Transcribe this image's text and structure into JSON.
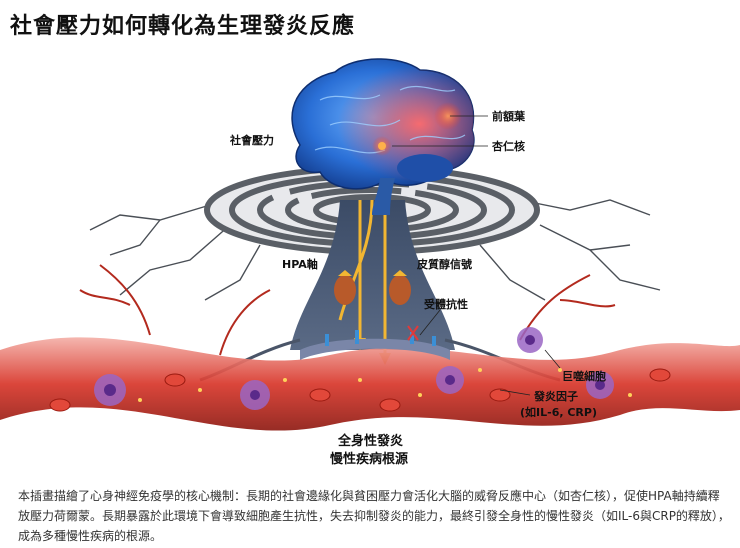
{
  "title": "社會壓力如何轉化為生理發炎反應",
  "labels": {
    "social_pressure": "社會壓力",
    "prefrontal": "前額葉",
    "amygdala": "杏仁核",
    "hpa": "HPA軸",
    "cortisol_signal": "皮質醇信號",
    "receptor_resistance": "受體抗性",
    "macrophage": "巨噬細胞",
    "cytokine_line1": "發炎因子",
    "cytokine_line2": "(如IL-6, CRP)",
    "systemic_inflammation": "全身性發炎",
    "chronic_root": "慢性疾病根源"
  },
  "caption": "本插畫描繪了心身神經免疫學的核心機制：長期的社會邊緣化與貧困壓力會活化大腦的威脅反應中心（如杏仁核），促使HPA軸持續釋放壓力荷爾蒙。長期暴露於此環境下會導致細胞產生抗性，失去抑制發炎的能力，最終引發全身性的慢性發炎（如IL-6與CRP的釋放），成為多種慢性疾病的根源。",
  "colors": {
    "brain_blue": "#2a6fd6",
    "brain_red": "#e03a3a",
    "vessel_red": "#c8281e",
    "signal_yellow": "#f2b632",
    "maze_gray": "#5a5f66"
  }
}
